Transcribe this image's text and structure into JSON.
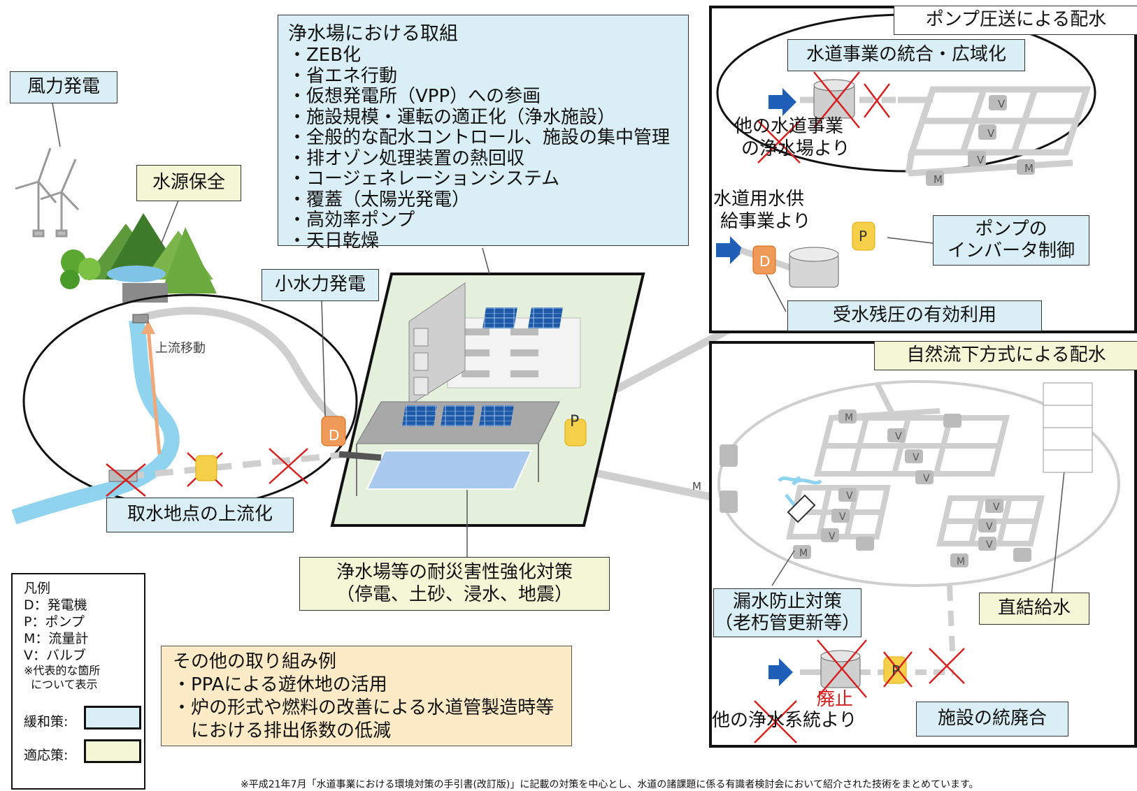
{
  "wind_label": "風力発電",
  "water_source_label": "水源保全",
  "small_hydro_label": "小水力発電",
  "upstream_move": "上流移動",
  "intake_label": "取水地点の上流化",
  "generator_letter": "D",
  "pump_letter": "P",
  "meter_letter": "M",
  "valve_letter": "V",
  "plant_box": {
    "title": "浄水場における取組",
    "items": [
      "・ZEB化",
      "・省エネ行動",
      "・仮想発電所（VPP）への参画",
      "・施設規模・運転の適正化（浄水施設）",
      "・全般的な配水コントロール、施設の集中管理",
      "・排オゾン処理装置の熱回収",
      "・コージェネレーションシステム",
      "・覆蓋（太陽光発電）",
      "・高効率ポンプ",
      "・天日乾燥"
    ]
  },
  "disaster_box": {
    "line1": "浄水場等の耐災害性強化対策",
    "line2": "（停電、土砂、浸水、地震）"
  },
  "pump_panel": {
    "title": "ポンプ圧送による配水",
    "integration": "水道事業の統合・広域化",
    "other_utility_1": "他の水道事業",
    "other_utility_2": "の浄水場より",
    "bulk_supply_1": "水道用水供",
    "bulk_supply_2": "給事業より",
    "inverter_1": "ポンプの",
    "inverter_2": "インバータ制御",
    "residual_pressure": "受水残圧の有効利用"
  },
  "gravity_panel": {
    "title": "自然流下方式による配水",
    "leak_1": "漏水防止対策",
    "leak_2": "（老朽管更新等）",
    "direct_supply": "直結給水",
    "abolished": "廃止",
    "other_system": "他の浄水系統より",
    "consolidation": "施設の統廃合"
  },
  "legend": {
    "title": "凡例",
    "items": [
      "D：発電機",
      "P：ポンプ",
      "M：流量計",
      "V：バルブ"
    ],
    "note_1": "※代表的な箇所",
    "note_2": "について表示",
    "mitigation": "緩和策:",
    "adaptation": "適応策:"
  },
  "other_box": {
    "title": "その他の取り組み例",
    "line1": "・PPAによる遊休地の活用",
    "line2": "・炉の形式や燃料の改善による水道管製造時等",
    "line3": "における排出係数の低減"
  },
  "footnote": "※平成21年7月「水道事業における環境対策の手引書(改訂版)」に記載の対策を中心とし、水道の諸課題に係る有識者検討会において紹介された技術をまとめています。",
  "colors": {
    "mitigation": "#d9eef5",
    "adaptation": "#f4f7d6",
    "pipe": "#cfcfcf",
    "river": "#8fd3ef",
    "cross": "#d62020",
    "arrow": "#1f5fb8",
    "generator": "#f09a5a",
    "pump": "#f7d04a"
  }
}
